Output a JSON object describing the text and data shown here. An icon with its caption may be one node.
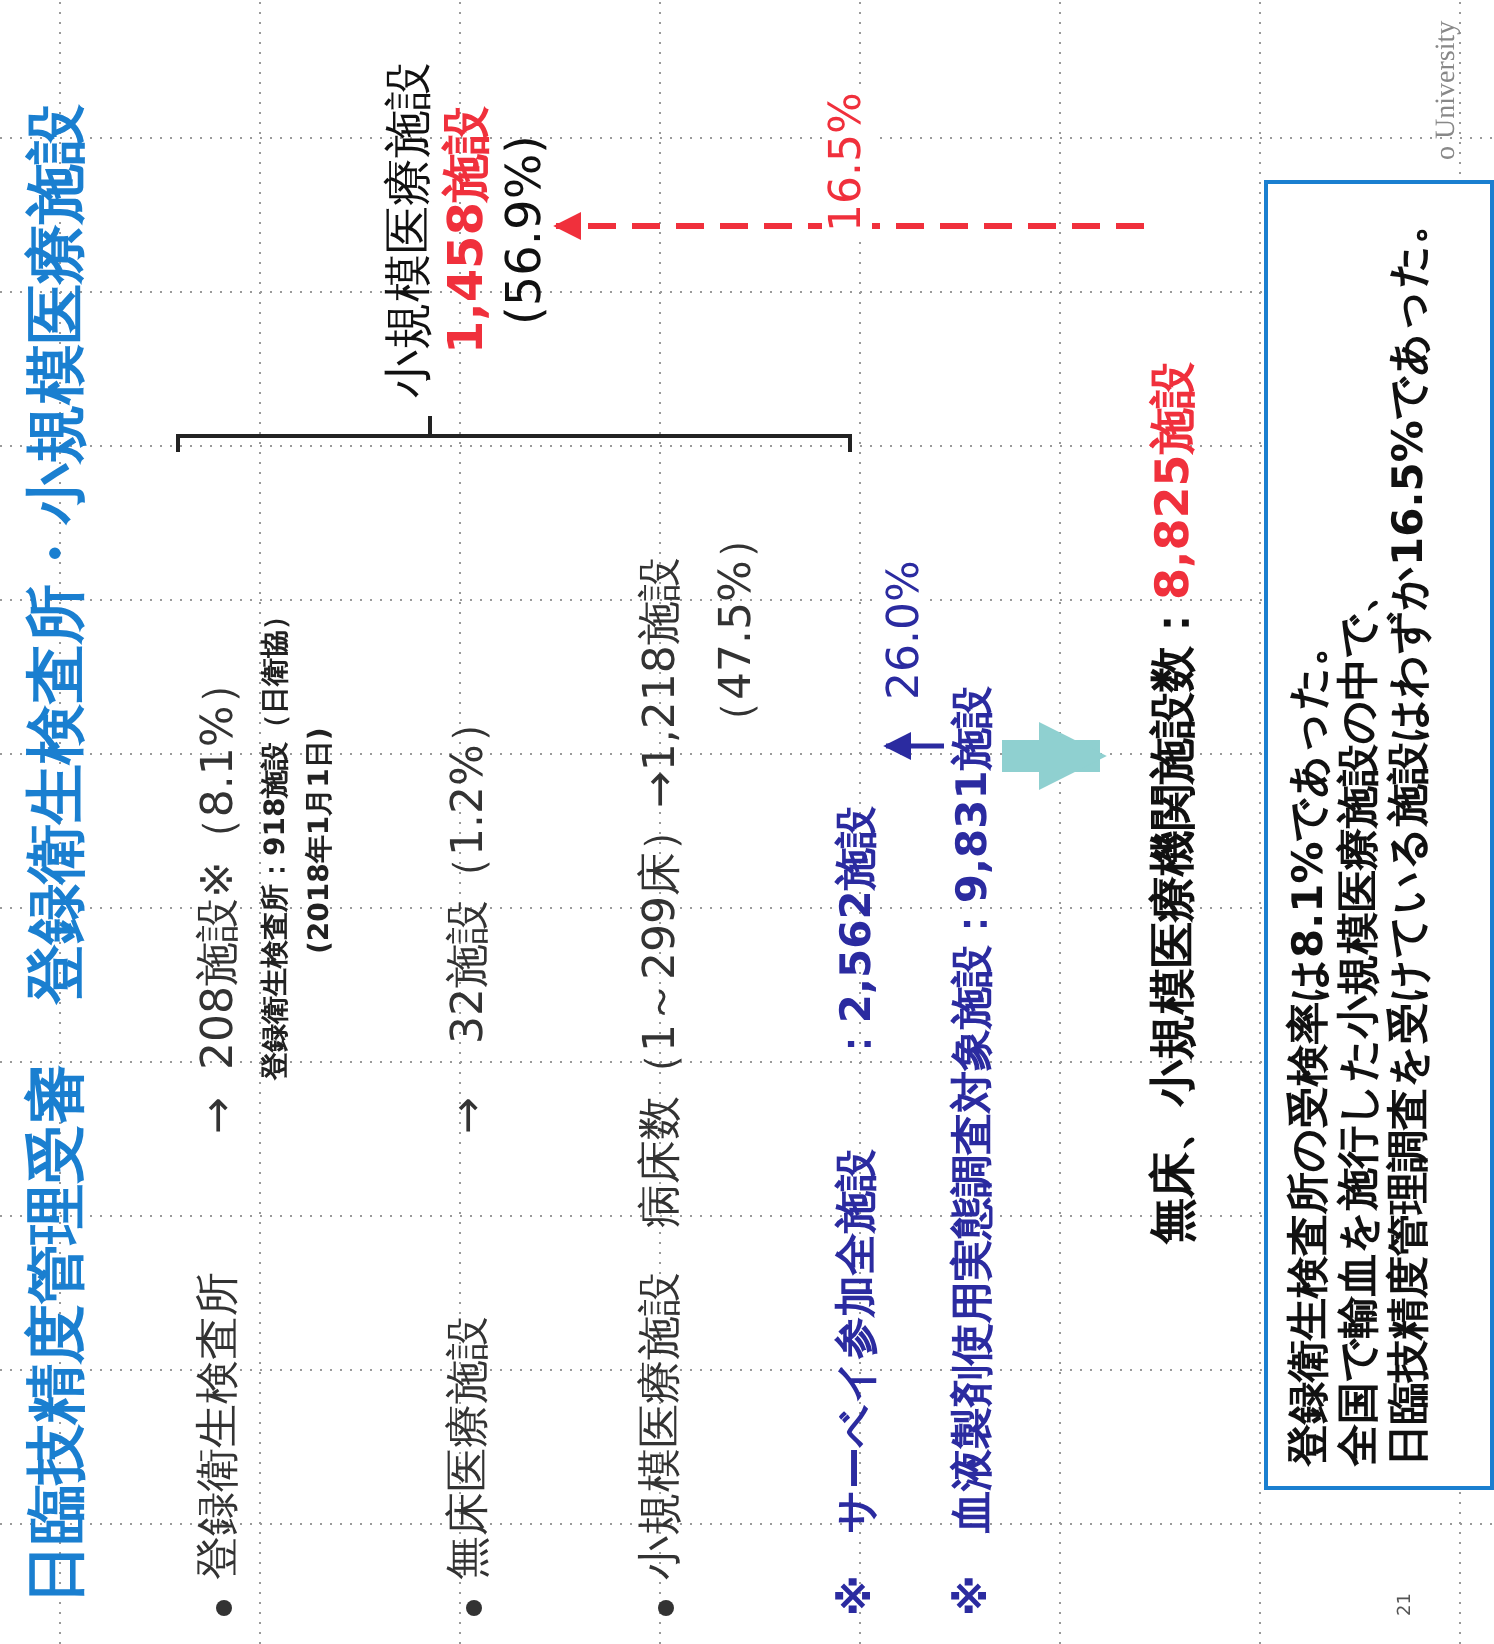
{
  "diagram": {
    "title": "日臨技精度管理受審　登録衛生検査所・小規模医療施設",
    "nodes": [
      {
        "text": [
          "小規模医療施設",
          "1,458施設",
          "(56.9%)"
        ]
      },
      {
        "text": [
          "無床、小規模医療機関施設数：",
          "8,825施設"
        ]
      },
      {
        "text": [
          "※　サーベイ参加全施設　　：2,562施設"
        ]
      },
      {
        "text": [
          "※　血液製剤使用実態調査対象施設：9,831施設"
        ]
      },
      {
        "text": [
          "登録衛生検査所の受検率は8.1%であった。",
          "全国で輸血を施行した小規模医療施設の中で、",
          "日臨技精度管理調査を受けている施設はわずか16.5%であった。"
        ]
      }
    ],
    "edges": [
      {
        "from": 1,
        "to": 0,
        "arrow": "to",
        "label": "16.5%",
        "style": "dashed",
        "color": "#f0303c"
      },
      {
        "from": 3,
        "to": 2,
        "arrow": "to",
        "label": "26.0%",
        "color": "#2b2ba0"
      },
      {
        "from": 3,
        "to": 1,
        "arrow": "to",
        "style": "thick",
        "color": "#8fd0d0"
      }
    ],
    "labels": [
      "登録衛生検査所",
      "→",
      "208施設※（8.1%）",
      "登録衛生検査所：918施設（日衛協）",
      "(2018年1月1日)",
      "無床医療施設",
      "→",
      "32施設（1.2%）",
      "小規模医療施設　病床数（1～299床）→1,218施設",
      "（47.5%）",
      "21",
      "o University"
    ]
  }
}
